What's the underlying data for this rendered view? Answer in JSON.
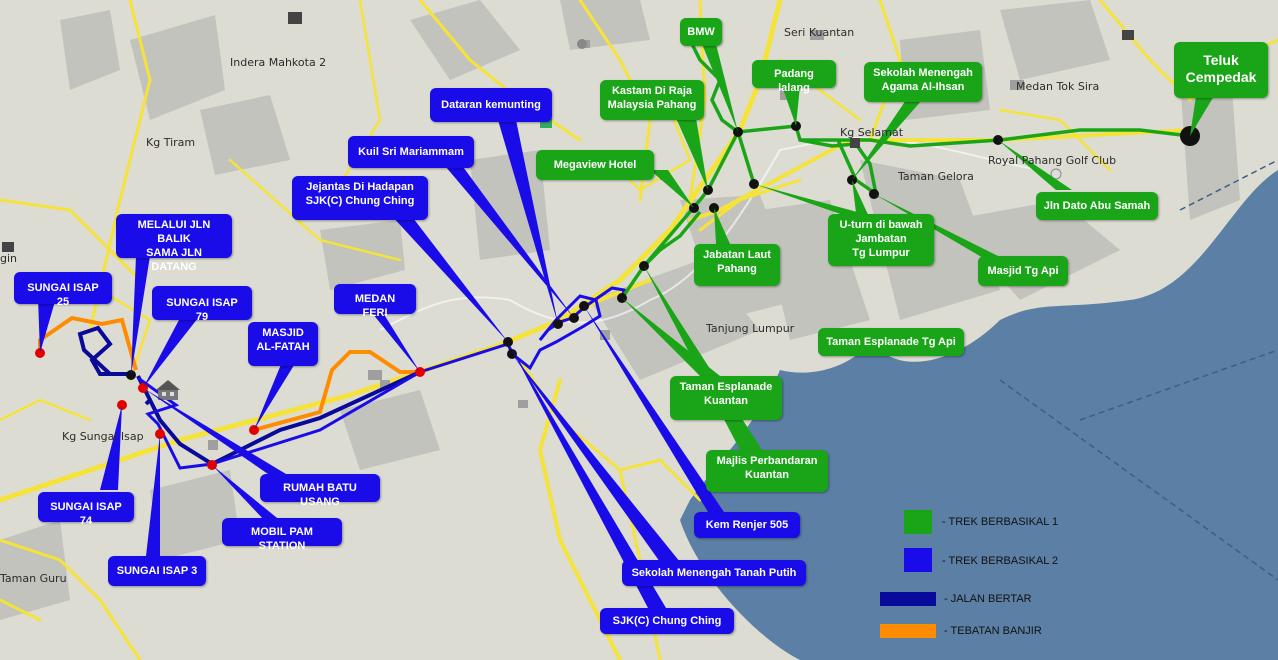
{
  "places": {
    "indera_mahkota_2": "Indera Mahkota 2",
    "kg_tiram": "Kg Tiram",
    "kg_sungai_isap": "Kg Sungai Isap",
    "taman_guru": "Taman Guru",
    "gin": "gin",
    "seri_kuantan": "Seri Kuantan",
    "medan_tok_sira": "Medan Tok Sira",
    "kg_selamat": "Kg Selamat",
    "royal_pahang_golf_club": "Royal Pahang Golf Club",
    "taman_gelora": "Taman Gelora",
    "tanjung_lumpur": "Tanjung Lumpur"
  },
  "track2_labels": {
    "dataran_kemunting": "Dataran kemunting",
    "kuil_sri_mariammam": "Kuil Sri Mariammam",
    "jejantas": "Jejantas Di Hadapan\nSJK(C) Chung Ching",
    "melalui_jln": "MELALUI JLN BALIK\nSAMA JLN DATANG",
    "sungai_isap_25": "SUNGAI ISAP 25",
    "sungai_isap_79": "SUNGAI ISAP 79",
    "medan_feri": "MEDAN FERI",
    "masjid_al_fatah": "MASJID\nAL-FATAH",
    "sungai_isap_74": "SUNGAI ISAP 74",
    "rumah_batu_usang": "RUMAH BATU USANG",
    "mobil_pam_station": "MOBIL PAM STATION",
    "sungai_isap_3": "SUNGAI ISAP 3",
    "kem_renjer_505": "Kem Renjer 505",
    "sekolah_tanah_putih": "Sekolah Menengah Tanah Putih",
    "sjkc_chung_ching": "SJK(C) Chung Ching"
  },
  "track1_labels": {
    "bmw": "BMW",
    "kastam": "Kastam Di Raja\nMalaysia Pahang",
    "padang_lalang": "Padang lalang",
    "sekolah_agama": "Sekolah Menengah\nAgama Al-Ihsan",
    "teluk_cempedak": "Teluk\nCempedak",
    "megaview_hotel": "Megaview Hotel",
    "jln_dato_abu_samah": "Jln Dato Abu Samah",
    "jabatan_laut": "Jabatan Laut\nPahang",
    "u_turn": "U-turn di bawah\nJambatan\nTg Lumpur",
    "masjid_tg_api": "Masjid Tg Api",
    "taman_esplanade_tg_api": "Taman Esplanade Tg Api",
    "taman_esplanade_kuantan": "Taman Esplanade\nKuantan",
    "majlis_perbandaran": "Majlis Perbandaran\nKuantan"
  },
  "legend": {
    "trek1": "- TREK BERBASIKAL 1",
    "trek2": "- TREK BERBASIKAL 2",
    "jalan_bertar": "- JALAN BERTAR",
    "tebatan_banjir": "- TEBATAN BANJIR"
  },
  "colors": {
    "track1": "#1aa518",
    "track2": "#1a0ce8",
    "jalan_bertar": "#0a0a9a",
    "tebatan_banjir": "#ff8c00",
    "sea": "#5b7fa5",
    "land": "#dcdcd2",
    "road": "#f5e33a"
  }
}
